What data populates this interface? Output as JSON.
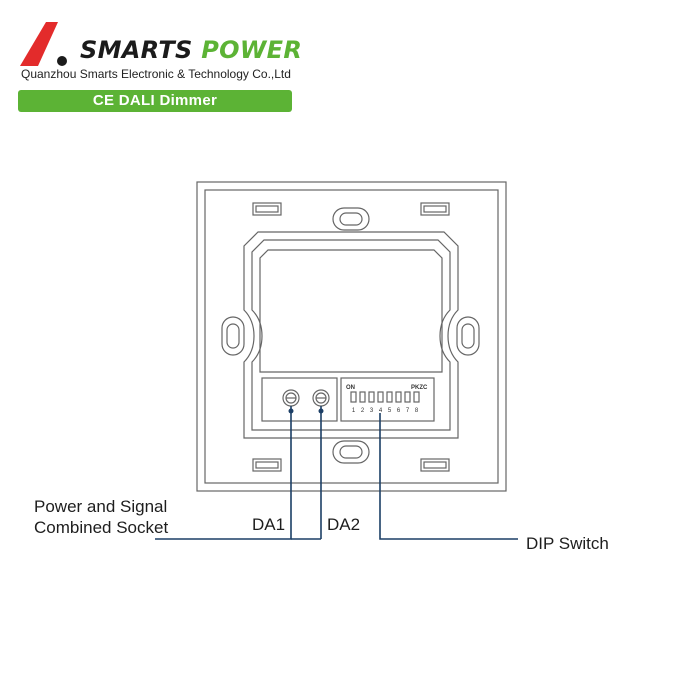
{
  "header": {
    "brand_primary": "SMARTS",
    "brand_secondary": "POWER",
    "company": "Quanzhou Smarts Electronic & Technology Co.,Ltd",
    "banner": "CE DALI Dimmer",
    "colors": {
      "brand_green": "#5cb335",
      "brand_red": "#e32b2b",
      "brand_dark": "#1b1b1b"
    }
  },
  "diagram": {
    "dip": {
      "on_label": "ON",
      "code_label": "PKZC",
      "numbers": [
        "1",
        "2",
        "3",
        "4",
        "5",
        "6",
        "7",
        "8"
      ]
    },
    "labels": {
      "socket_line1": "Power and Signal",
      "socket_line2": "Combined Socket",
      "da1": "DA1",
      "da2": "DA2",
      "dip_switch": "DIP Switch"
    },
    "colors": {
      "outline": "#666666",
      "leader": "#1c3f66"
    }
  }
}
